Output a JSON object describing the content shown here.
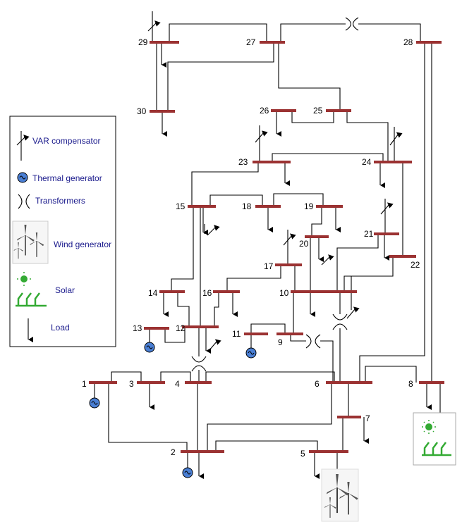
{
  "buses": {
    "b1": "1",
    "b2": "2",
    "b3": "3",
    "b4": "4",
    "b5": "5",
    "b6": "6",
    "b7": "7",
    "b8": "8",
    "b9": "9",
    "b10": "10",
    "b11": "11",
    "b12": "12",
    "b13": "13",
    "b14": "14",
    "b15": "15",
    "b16": "16",
    "b17": "17",
    "b18": "18",
    "b19": "19",
    "b20": "20",
    "b21": "21",
    "b22": "22",
    "b23": "23",
    "b24": "24",
    "b25": "25",
    "b26": "26",
    "b27": "27",
    "b28": "28",
    "b29": "29",
    "b30": "30"
  },
  "legend": {
    "var_compensator": "VAR compensator",
    "thermal_generator": "Thermal generator",
    "transformers": "Transformers",
    "wind_generator": "Wind generator",
    "solar": "Solar",
    "load": "Load"
  },
  "colors": {
    "bus": "#9b3232",
    "generator_fill": "#4a7fd4",
    "solar": "#33aa33",
    "legend_text": "#1a1a8c"
  }
}
